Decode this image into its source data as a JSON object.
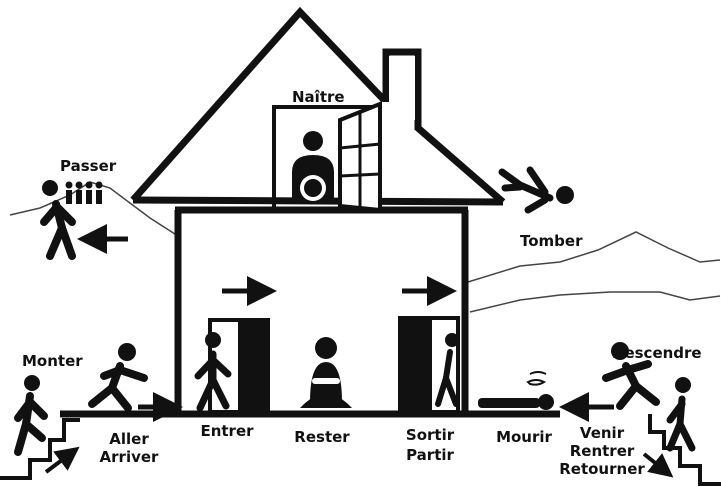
{
  "labels": {
    "naitre": "Naître",
    "passer": "Passer",
    "tomber": "Tomber",
    "monter": "Monter",
    "descendre": "Descendre",
    "aller": "Aller",
    "arriver": "Arriver",
    "entrer": "Entrer",
    "rester": "Rester",
    "sortir": "Sortir",
    "partir": "Partir",
    "mourir": "Mourir",
    "venir": "Venir",
    "rentrer": "Rentrer",
    "retourner": "Retourner"
  },
  "icons": [
    "house-outline",
    "window-icon",
    "pregnant-woman-icon",
    "falling-person-icon",
    "group-of-people-icon",
    "walking-person-icon",
    "running-person-icon",
    "door-icon",
    "sitting-person-icon",
    "lying-person-icon",
    "arrow-icon",
    "stairs-icon",
    "mountain-outline"
  ],
  "colors": {
    "ink": "#111111",
    "background": "#ffffff",
    "mountain_line": "#444444"
  }
}
